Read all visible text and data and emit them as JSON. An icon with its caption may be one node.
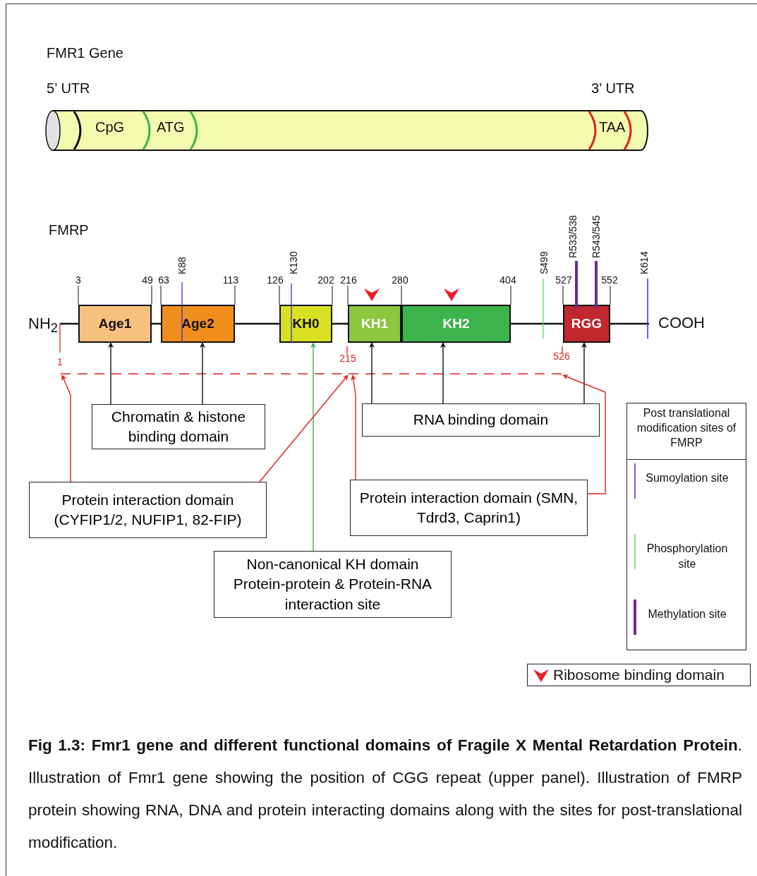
{
  "diagram": {
    "nodes": [
      {
        "text": [
          "Age1"
        ],
        "beside": [
          "3",
          "49"
        ]
      },
      {
        "text": [
          "Age2"
        ],
        "beside": [
          "K88",
          "63",
          "113"
        ]
      },
      {
        "text": [
          "KH0"
        ],
        "beside": [
          "K130",
          "126",
          "202"
        ]
      },
      {
        "text": [
          "KH1"
        ],
        "beside": [
          "216",
          "280"
        ]
      },
      {
        "text": [
          "KH2"
        ],
        "beside": [
          "404"
        ]
      },
      {
        "text": [
          "RGG"
        ],
        "beside": [
          "R533/538",
          "R543/545",
          "527",
          "552"
        ]
      },
      {
        "text": [
          "Chromatin & histone binding domain"
        ]
      },
      {
        "text": [
          "RNA binding domain"
        ]
      },
      {
        "text": [
          "Protein interaction domain (CYFIP1/2, NUFIP1, 82-FIP)"
        ]
      },
      {
        "text": [
          "Protein interaction domain (SMN, Tdrd3, Caprin1)"
        ]
      },
      {
        "text": [
          "Non-canonical KH domain Protein-protein & Protein-RNA interaction site"
        ]
      },
      {
        "text": [],
        "shape": "line"
      }
    ],
    "edges": [
      {
        "from": 6,
        "to": 0,
        "arrow": "to"
      },
      {
        "from": 6,
        "to": 1,
        "arrow": "to"
      },
      {
        "from": 7,
        "to": 3,
        "arrow": "to"
      },
      {
        "from": 7,
        "to": 4,
        "arrow": "to"
      },
      {
        "from": 7,
        "to": 5,
        "arrow": "to"
      },
      {
        "from": 10,
        "to": 2,
        "arrow": "to",
        "color": "#3cb44b"
      },
      {
        "from": 8,
        "to": 11,
        "arrow": "to",
        "color": "#e02020"
      },
      {
        "from": 8,
        "to": 11,
        "arrow": "to",
        "color": "#e02020"
      },
      {
        "from": 9,
        "to": 11,
        "arrow": "to",
        "color": "#e02020"
      },
      {
        "from": 9,
        "to": 11,
        "arrow": "to",
        "color": "#e02020"
      }
    ],
    "labels": [
      "FMR1 Gene",
      "5’ UTR",
      "3’ UTR",
      "CpG",
      "ATG",
      "TAA",
      "FMRP",
      "S499",
      "K614",
      "NH$_{2}$",
      "COOH",
      "1",
      "215",
      "526",
      "Post translational modification sites of FMRP"
    ],
    "legend": [
      {
        "text": "Sumoylation site"
      },
      {
        "text": "Phosphorylation site"
      },
      {
        "text": "Methylation site"
      },
      {
        "text": "Ribosome binding domain"
      }
    ],
    "caption": "**Fig 1.3: Fmr1 gene and different functional domains of Fragile X Mental Retardation Protein**. Illustration of Fmr1 gene showing the position of CGG repeat (upper panel). Illustration of FMRP protein showing RNA, DNA and protein interacting domains along with the sites for post-translational modification."
  }
}
